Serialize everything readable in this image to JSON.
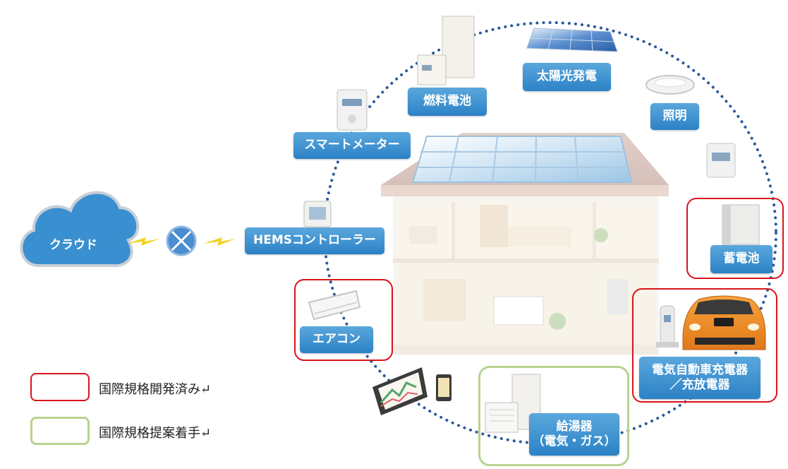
{
  "nodes": {
    "cloud": "クラウド",
    "hems": "HEMSコントローラー",
    "smart_meter": "スマートメーター",
    "fuel_cell": "燃料電池",
    "solar": "太陽光発電",
    "lighting": "照明",
    "storage_battery": "蓄電池",
    "ev_charger_line1": "電気自動車充電器",
    "ev_charger_line2": "／充放電器",
    "water_heater_line1": "給湯器",
    "water_heater_line2": "（電気・ガス）",
    "air_conditioner": "エアコン"
  },
  "legend": {
    "standardized": "国際規格開発済み↵",
    "proposed": "国際規格提案着手↵"
  },
  "colors": {
    "label_blue": "#3a8fd0",
    "dotted_line": "#2a5a9a",
    "standardized_border": "#d9141c",
    "proposed_border": "#b7d38e",
    "cloud_fill": "#3a8fd0",
    "lightning": "#f4d21a"
  }
}
